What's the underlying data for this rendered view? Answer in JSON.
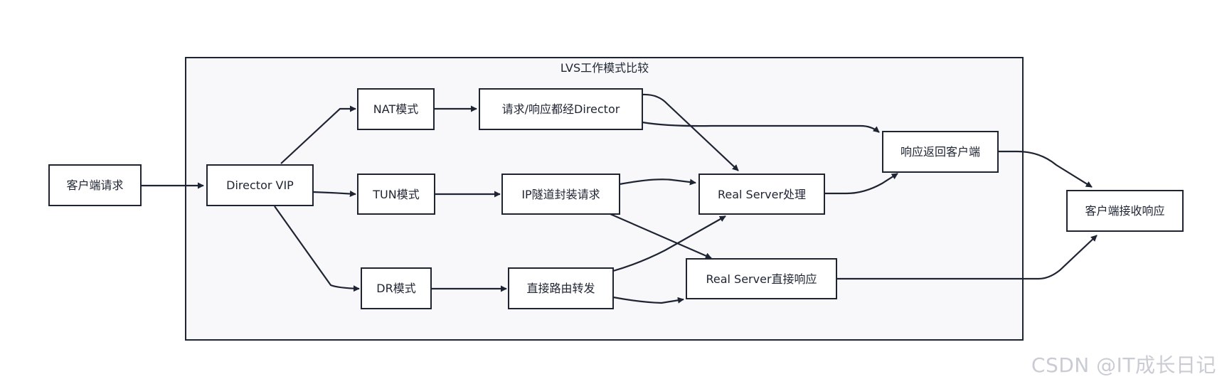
{
  "diagram": {
    "group_title": "LVS工作模式比较",
    "nodes": {
      "client_request": "客户端请求",
      "director_vip": "Director VIP",
      "nat_mode": "NAT模式",
      "tun_mode": "TUN模式",
      "dr_mode": "DR模式",
      "nat_path": "请求/响应都经Director",
      "tun_path": "IP隧道封装请求",
      "dr_path": "直接路由转发",
      "rs_process": "Real Server处理",
      "rs_direct": "Real Server直接响应",
      "response_return": "响应返回客户端",
      "client_receive": "客户端接收响应"
    },
    "edges": [
      [
        "client_request",
        "director_vip"
      ],
      [
        "director_vip",
        "nat_mode"
      ],
      [
        "director_vip",
        "tun_mode"
      ],
      [
        "director_vip",
        "dr_mode"
      ],
      [
        "nat_mode",
        "nat_path"
      ],
      [
        "tun_mode",
        "tun_path"
      ],
      [
        "dr_mode",
        "dr_path"
      ],
      [
        "nat_path",
        "rs_process"
      ],
      [
        "nat_path",
        "response_return"
      ],
      [
        "tun_path",
        "rs_process"
      ],
      [
        "tun_path",
        "rs_direct"
      ],
      [
        "dr_path",
        "rs_process"
      ],
      [
        "dr_path",
        "rs_direct"
      ],
      [
        "rs_process",
        "response_return"
      ],
      [
        "response_return",
        "client_receive"
      ],
      [
        "rs_direct",
        "client_receive"
      ]
    ]
  },
  "watermark": "CSDN @IT成长日记",
  "colors": {
    "stroke": "#1f2433",
    "group_fill": "#f8f8fb",
    "node_fill": "#ffffff"
  }
}
